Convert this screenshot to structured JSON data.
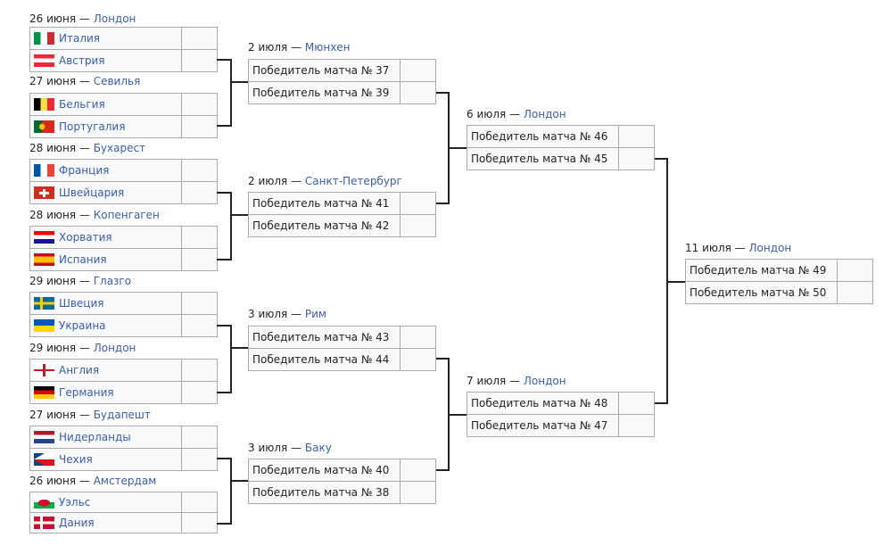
{
  "round_of_16": [
    {
      "date": "26 июня",
      "city": "Лондон",
      "teams": [
        {
          "name": "Италия",
          "flag": "italy"
        },
        {
          "name": "Австрия",
          "flag": "austria"
        }
      ]
    },
    {
      "date": "27 июня",
      "city": "Севилья",
      "teams": [
        {
          "name": "Бельгия",
          "flag": "belgium"
        },
        {
          "name": "Португалия",
          "flag": "portugal"
        }
      ]
    },
    {
      "date": "28 июня",
      "city": "Бухарест",
      "teams": [
        {
          "name": "Франция",
          "flag": "france"
        },
        {
          "name": "Швейцария",
          "flag": "switzerland"
        }
      ]
    },
    {
      "date": "28 июня",
      "city": "Копенгаген",
      "teams": [
        {
          "name": "Хорватия",
          "flag": "croatia"
        },
        {
          "name": "Испания",
          "flag": "spain"
        }
      ]
    },
    {
      "date": "29 июня",
      "city": "Глазго",
      "teams": [
        {
          "name": "Швеция",
          "flag": "sweden"
        },
        {
          "name": "Украина",
          "flag": "ukraine"
        }
      ]
    },
    {
      "date": "29 июня",
      "city": "Лондон",
      "teams": [
        {
          "name": "Англия",
          "flag": "england"
        },
        {
          "name": "Германия",
          "flag": "germany"
        }
      ]
    },
    {
      "date": "27 июня",
      "city": "Будапешт",
      "teams": [
        {
          "name": "Нидерланды",
          "flag": "netherlands"
        },
        {
          "name": "Чехия",
          "flag": "czechia"
        }
      ]
    },
    {
      "date": "26 июня",
      "city": "Амстердам",
      "teams": [
        {
          "name": "Уэльс",
          "flag": "wales"
        },
        {
          "name": "Дания",
          "flag": "denmark"
        }
      ]
    }
  ],
  "quarterfinals": [
    {
      "date": "2 июля",
      "city": "Мюнхен",
      "teams": [
        {
          "name": "Победитель матча № 37"
        },
        {
          "name": "Победитель матча № 39"
        }
      ]
    },
    {
      "date": "2 июля",
      "city": "Санкт-Петербург",
      "teams": [
        {
          "name": "Победитель матча № 41"
        },
        {
          "name": "Победитель матча № 42"
        }
      ]
    },
    {
      "date": "3 июля",
      "city": "Рим",
      "teams": [
        {
          "name": "Победитель матча № 43"
        },
        {
          "name": "Победитель матча № 44"
        }
      ]
    },
    {
      "date": "3 июля",
      "city": "Баку",
      "teams": [
        {
          "name": "Победитель матча № 40"
        },
        {
          "name": "Победитель матча № 38"
        }
      ]
    }
  ],
  "semifinals": [
    {
      "date": "6 июля",
      "city": "Лондон",
      "teams": [
        {
          "name": "Победитель матча № 46"
        },
        {
          "name": "Победитель матча № 45"
        }
      ]
    },
    {
      "date": "7 июля",
      "city": "Лондон",
      "teams": [
        {
          "name": "Победитель матча № 48"
        },
        {
          "name": "Победитель матча № 47"
        }
      ]
    }
  ],
  "final": [
    {
      "date": "11 июля",
      "city": "Лондон",
      "teams": [
        {
          "name": "Победитель матча № 49"
        },
        {
          "name": "Победитель матча № 50"
        }
      ]
    }
  ],
  "separator": " — "
}
